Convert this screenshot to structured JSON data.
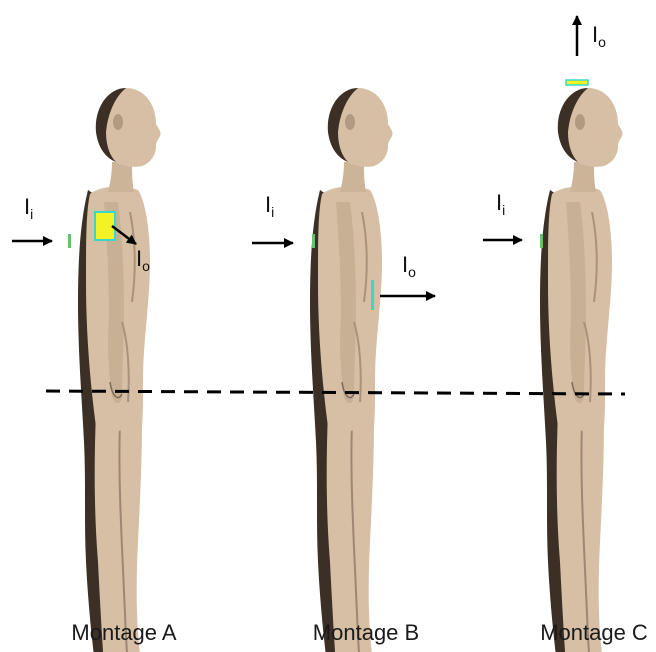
{
  "colors": {
    "skin": "#d6bfa4",
    "skin_shade": "#9c8774",
    "skin_dark": "#3c3026",
    "electrode_large": "#f2f224",
    "electrode_edge": "#3ad6cc",
    "electrode_small": "#6cbf6c",
    "arrow": "#000000",
    "dashed_line": "#000000"
  },
  "montages": [
    {
      "caption": "Montage A",
      "input_label": "I",
      "input_sub": "i",
      "output_label": "I",
      "output_sub": "o"
    },
    {
      "caption": "Montage B",
      "input_label": "I",
      "input_sub": "i",
      "output_label": "I",
      "output_sub": "o"
    },
    {
      "caption": "Montage C",
      "input_label": "I",
      "input_sub": "i",
      "output_label": "I",
      "output_sub": "o"
    }
  ]
}
